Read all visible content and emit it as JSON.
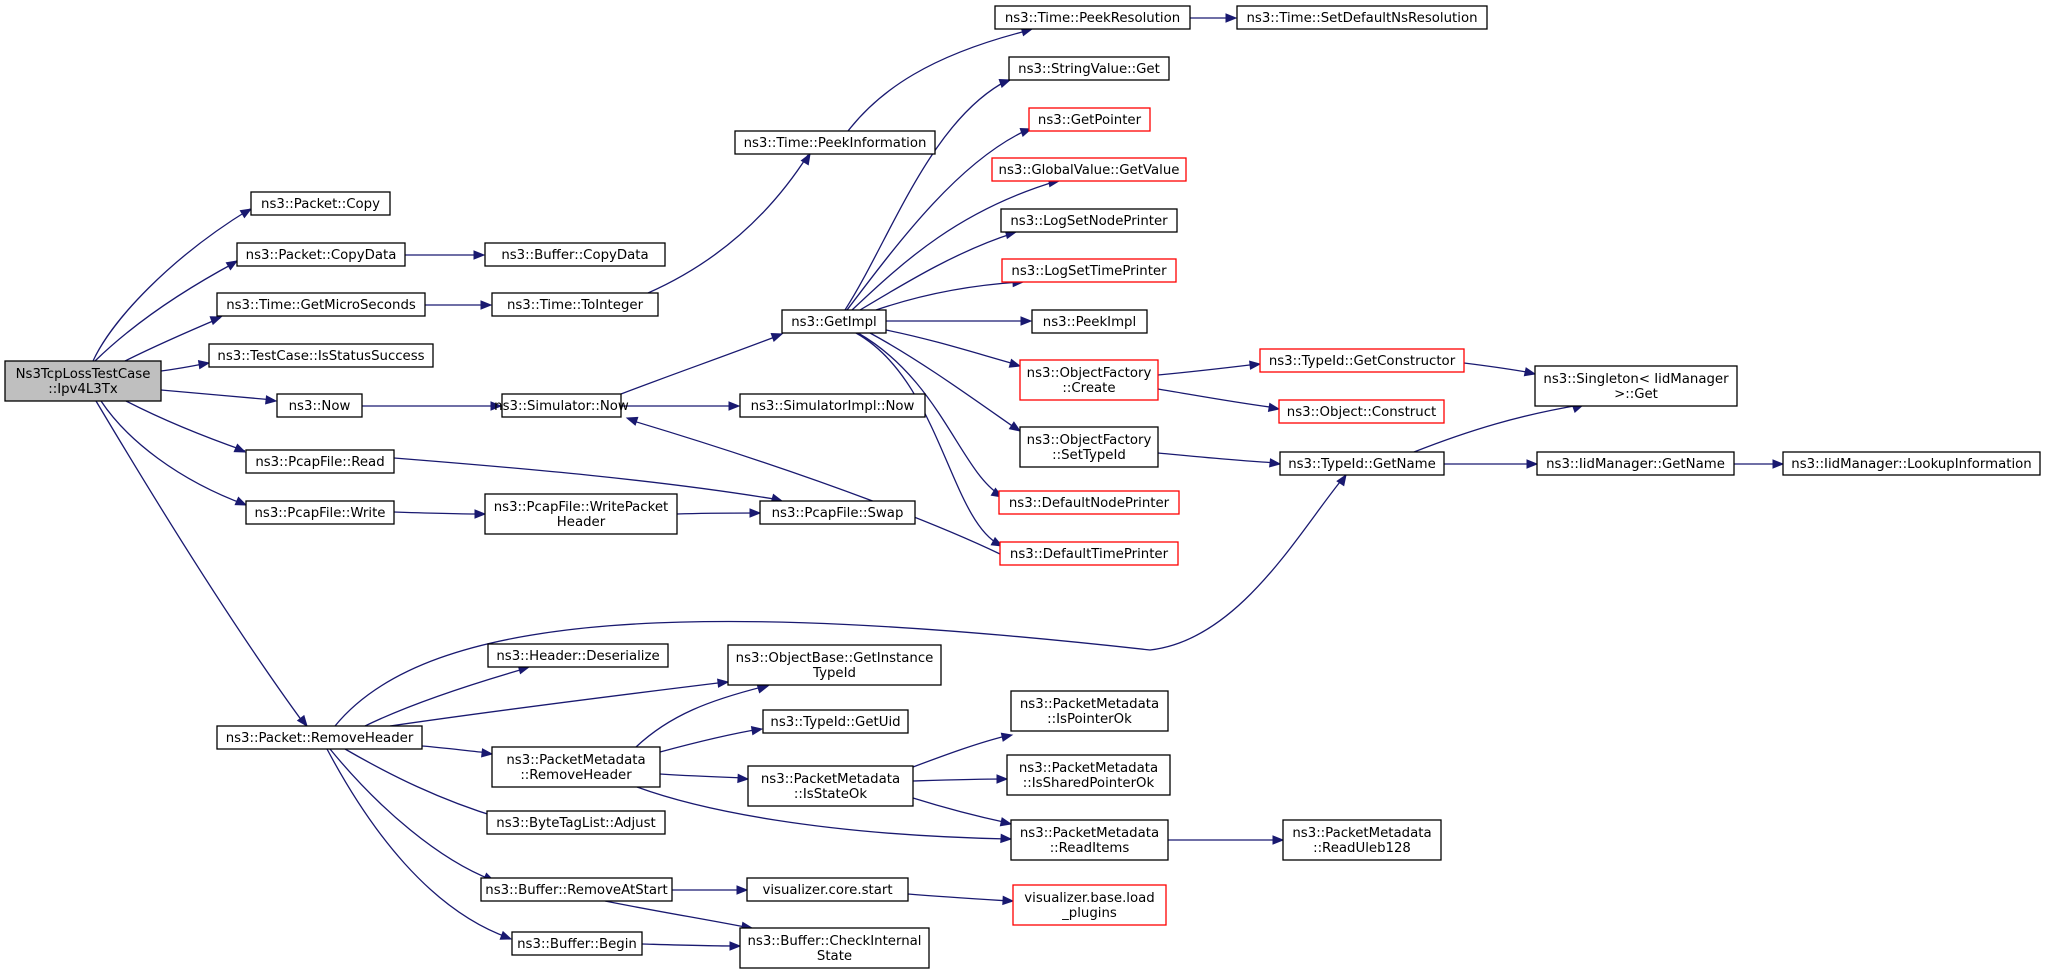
{
  "colors": {
    "edge": "#191970",
    "root_fill": "#bfbfbf",
    "node_border": "#000000",
    "truncated_border": "#ff0000",
    "background": "#ffffff"
  },
  "nodes": [
    {
      "id": "root",
      "lines": [
        "Ns3TcpLossTestCase",
        "::Ipv4L3Tx"
      ],
      "style": "root"
    },
    {
      "id": "packet_copy",
      "lines": [
        "ns3::Packet::Copy"
      ],
      "style": "normal"
    },
    {
      "id": "packet_copydata",
      "lines": [
        "ns3::Packet::CopyData"
      ],
      "style": "normal"
    },
    {
      "id": "buffer_copydata",
      "lines": [
        "ns3::Buffer::CopyData"
      ],
      "style": "normal"
    },
    {
      "id": "time_getmicro",
      "lines": [
        "ns3::Time::GetMicroSeconds"
      ],
      "style": "normal"
    },
    {
      "id": "time_tointeger",
      "lines": [
        "ns3::Time::ToInteger"
      ],
      "style": "normal"
    },
    {
      "id": "testcase_isstatus",
      "lines": [
        "ns3::TestCase::IsStatusSuccess"
      ],
      "style": "normal"
    },
    {
      "id": "now",
      "lines": [
        "ns3::Now"
      ],
      "style": "normal"
    },
    {
      "id": "simulator_now",
      "lines": [
        "ns3::Simulator::Now"
      ],
      "style": "normal"
    },
    {
      "id": "simimpl_now",
      "lines": [
        "ns3::SimulatorImpl::Now"
      ],
      "style": "normal"
    },
    {
      "id": "pcap_read",
      "lines": [
        "ns3::PcapFile::Read"
      ],
      "style": "normal"
    },
    {
      "id": "pcap_write",
      "lines": [
        "ns3::PcapFile::Write"
      ],
      "style": "normal"
    },
    {
      "id": "pcap_writeheader",
      "lines": [
        "ns3::PcapFile::WritePacket",
        "Header"
      ],
      "style": "normal"
    },
    {
      "id": "pcap_swap",
      "lines": [
        "ns3::PcapFile::Swap"
      ],
      "style": "normal"
    },
    {
      "id": "time_peekinfo",
      "lines": [
        "ns3::Time::PeekInformation"
      ],
      "style": "normal"
    },
    {
      "id": "time_peekres",
      "lines": [
        "ns3::Time::PeekResolution"
      ],
      "style": "normal"
    },
    {
      "id": "time_setdefault",
      "lines": [
        "ns3::Time::SetDefaultNsResolution"
      ],
      "style": "normal"
    },
    {
      "id": "getimpl",
      "lines": [
        "ns3::GetImpl"
      ],
      "style": "normal"
    },
    {
      "id": "stringvalue_get",
      "lines": [
        "ns3::StringValue::Get"
      ],
      "style": "normal"
    },
    {
      "id": "getpointer",
      "lines": [
        "ns3::GetPointer"
      ],
      "style": "red"
    },
    {
      "id": "globalvalue_get",
      "lines": [
        "ns3::GlobalValue::GetValue"
      ],
      "style": "red"
    },
    {
      "id": "logsetnode",
      "lines": [
        "ns3::LogSetNodePrinter"
      ],
      "style": "normal"
    },
    {
      "id": "logsettime",
      "lines": [
        "ns3::LogSetTimePrinter"
      ],
      "style": "red"
    },
    {
      "id": "peekimpl",
      "lines": [
        "ns3::PeekImpl"
      ],
      "style": "normal"
    },
    {
      "id": "objfactory_create",
      "lines": [
        "ns3::ObjectFactory",
        "::Create"
      ],
      "style": "red"
    },
    {
      "id": "objfactory_settype",
      "lines": [
        "ns3::ObjectFactory",
        "::SetTypeId"
      ],
      "style": "normal"
    },
    {
      "id": "defaultnode",
      "lines": [
        "ns3::DefaultNodePrinter"
      ],
      "style": "red"
    },
    {
      "id": "defaulttime",
      "lines": [
        "ns3::DefaultTimePrinter"
      ],
      "style": "red"
    },
    {
      "id": "typeid_getctor",
      "lines": [
        "ns3::TypeId::GetConstructor"
      ],
      "style": "red"
    },
    {
      "id": "object_construct",
      "lines": [
        "ns3::Object::Construct"
      ],
      "style": "red"
    },
    {
      "id": "singleton_get",
      "lines": [
        "ns3::Singleton< IidManager",
        " >::Get"
      ],
      "style": "normal"
    },
    {
      "id": "typeid_getname",
      "lines": [
        "ns3::TypeId::GetName"
      ],
      "style": "normal"
    },
    {
      "id": "iid_getname",
      "lines": [
        "ns3::IidManager::GetName"
      ],
      "style": "normal"
    },
    {
      "id": "iid_lookup",
      "lines": [
        "ns3::IidManager::LookupInformation"
      ],
      "style": "normal"
    },
    {
      "id": "packet_removeheader",
      "lines": [
        "ns3::Packet::RemoveHeader"
      ],
      "style": "normal"
    },
    {
      "id": "header_deser",
      "lines": [
        "ns3::Header::Deserialize"
      ],
      "style": "normal"
    },
    {
      "id": "objbase_getinst",
      "lines": [
        "ns3::ObjectBase::GetInstance",
        "TypeId"
      ],
      "style": "normal"
    },
    {
      "id": "typeid_getuid",
      "lines": [
        "ns3::TypeId::GetUid"
      ],
      "style": "normal"
    },
    {
      "id": "pm_removeheader",
      "lines": [
        "ns3::PacketMetadata",
        "::RemoveHeader"
      ],
      "style": "normal"
    },
    {
      "id": "pm_isstateok",
      "lines": [
        "ns3::PacketMetadata",
        "::IsStateOk"
      ],
      "style": "normal"
    },
    {
      "id": "pm_ispointerok",
      "lines": [
        "ns3::PacketMetadata",
        "::IsPointerOk"
      ],
      "style": "normal"
    },
    {
      "id": "pm_issharedok",
      "lines": [
        "ns3::PacketMetadata",
        "::IsSharedPointerOk"
      ],
      "style": "normal"
    },
    {
      "id": "pm_readitems",
      "lines": [
        "ns3::PacketMetadata",
        "::ReadItems"
      ],
      "style": "normal"
    },
    {
      "id": "pm_readuleb",
      "lines": [
        "ns3::PacketMetadata",
        "::ReadUleb128"
      ],
      "style": "normal"
    },
    {
      "id": "bytetag_adjust",
      "lines": [
        "ns3::ByteTagList::Adjust"
      ],
      "style": "normal"
    },
    {
      "id": "buffer_removeatstart",
      "lines": [
        "ns3::Buffer::RemoveAtStart"
      ],
      "style": "normal"
    },
    {
      "id": "buffer_begin",
      "lines": [
        "ns3::Buffer::Begin"
      ],
      "style": "normal"
    },
    {
      "id": "vis_core_start",
      "lines": [
        "visualizer.core.start"
      ],
      "style": "normal"
    },
    {
      "id": "vis_base_load",
      "lines": [
        "visualizer.base.load",
        "_plugins"
      ],
      "style": "red"
    },
    {
      "id": "buffer_checkinternal",
      "lines": [
        "ns3::Buffer::CheckInternal",
        "State"
      ],
      "style": "normal"
    }
  ]
}
